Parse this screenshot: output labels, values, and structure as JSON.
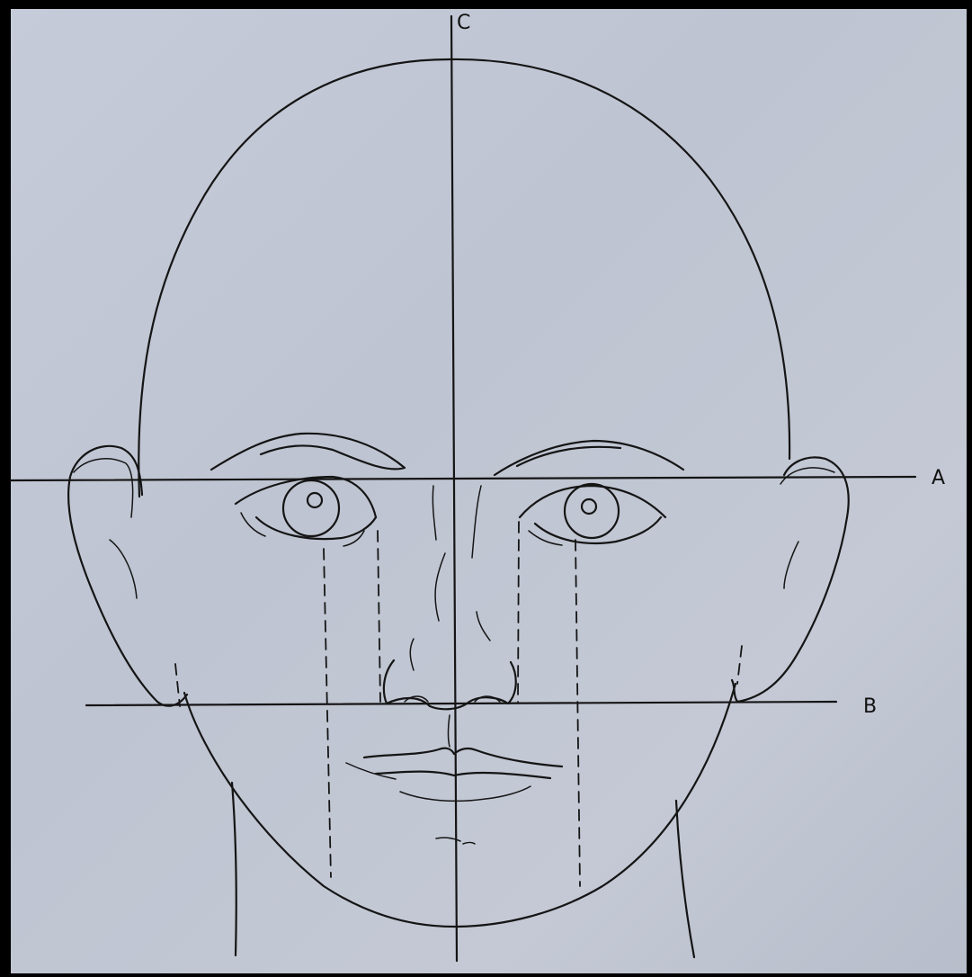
{
  "labels": {
    "vertical_axis": "C",
    "horizontal_line_eyes": "A",
    "horizontal_line_nose": "B"
  },
  "colors": {
    "paper": "#c2c7d4",
    "ink": "#151515",
    "frame": "#000000"
  }
}
